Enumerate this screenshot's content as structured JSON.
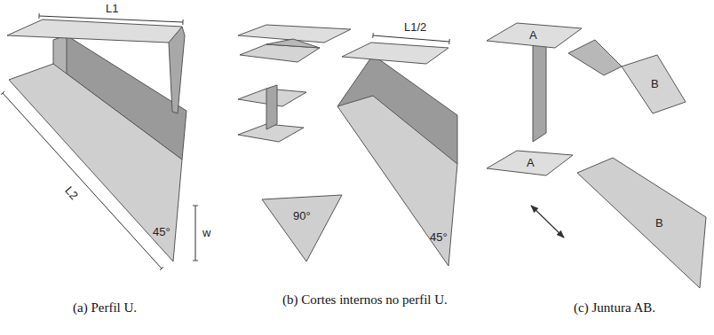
{
  "diagram": {
    "labels": [
      "L1",
      "L2",
      "45°",
      "w",
      "L1/2",
      "90°",
      "45°",
      "A",
      "B",
      "A",
      "B",
      "(a) Perfil U.",
      "(b) Cortes internos no perfil U.",
      "(c) Juntura AB."
    ]
  }
}
